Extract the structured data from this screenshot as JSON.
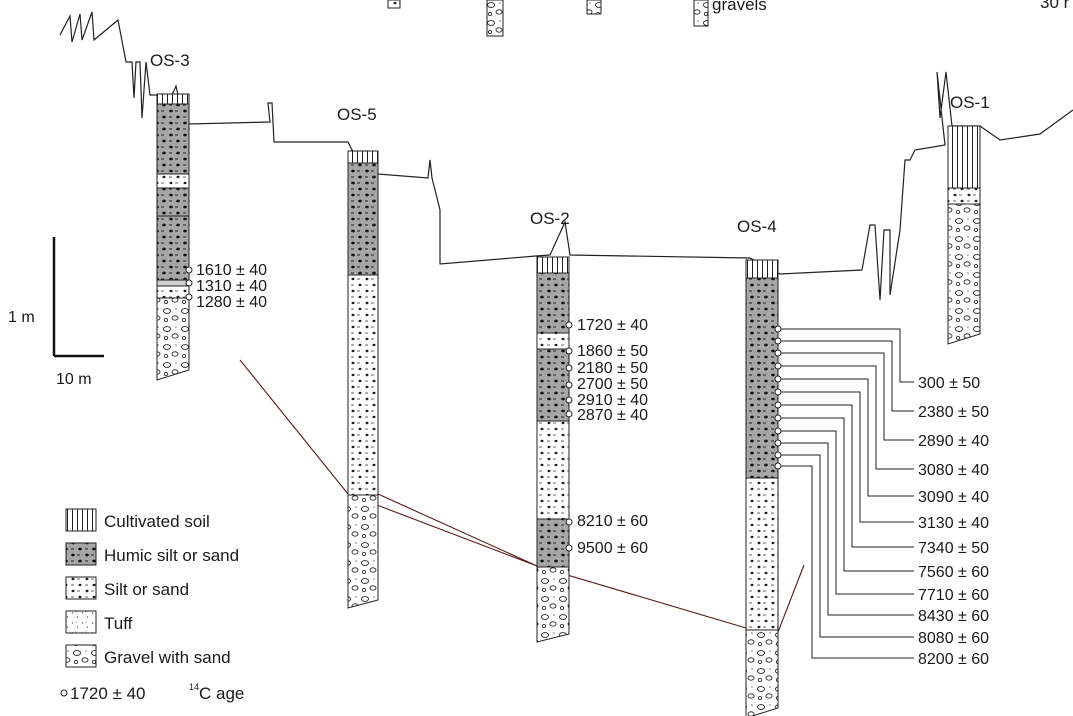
{
  "top_legend": {
    "partial_label": "gravels",
    "partial_right": "30 r"
  },
  "cores": {
    "os3": {
      "label": "OS-3",
      "ages": [
        "1610 ± 40",
        "1310 ± 40",
        "1280 ± 40"
      ]
    },
    "os5": {
      "label": "OS-5"
    },
    "os2": {
      "label": "OS-2",
      "ages": [
        "1720 ± 40",
        "1860 ± 50",
        "2180 ± 50",
        "2700 ± 50",
        "2910 ± 40",
        "2870 ± 40",
        "8210 ± 60",
        "9500 ± 60"
      ]
    },
    "os4": {
      "label": "OS-4",
      "ages": [
        "300 ± 50",
        "2380 ± 50",
        "2890 ± 40",
        "3080 ± 40",
        "3090 ± 40",
        "3130 ± 40",
        "7340 ± 50",
        "7560 ± 60",
        "7710 ± 60",
        "8430 ± 60",
        "8080 ± 60",
        "8200 ± 60"
      ]
    },
    "os1": {
      "label": "OS-1"
    }
  },
  "scale": {
    "vertical": "1 m",
    "horizontal": "10 m"
  },
  "legend": {
    "items": [
      "Cultivated soil",
      "Humic silt or sand",
      "Silt or sand",
      "Tuff",
      "Gravel with sand"
    ],
    "age_example": "1720 ± 40",
    "age_sup": "14",
    "age_suffix": "C age"
  },
  "colors": {
    "humic": "#a6a6a6",
    "line": "#222222",
    "correlation": "#5a1a1a"
  }
}
